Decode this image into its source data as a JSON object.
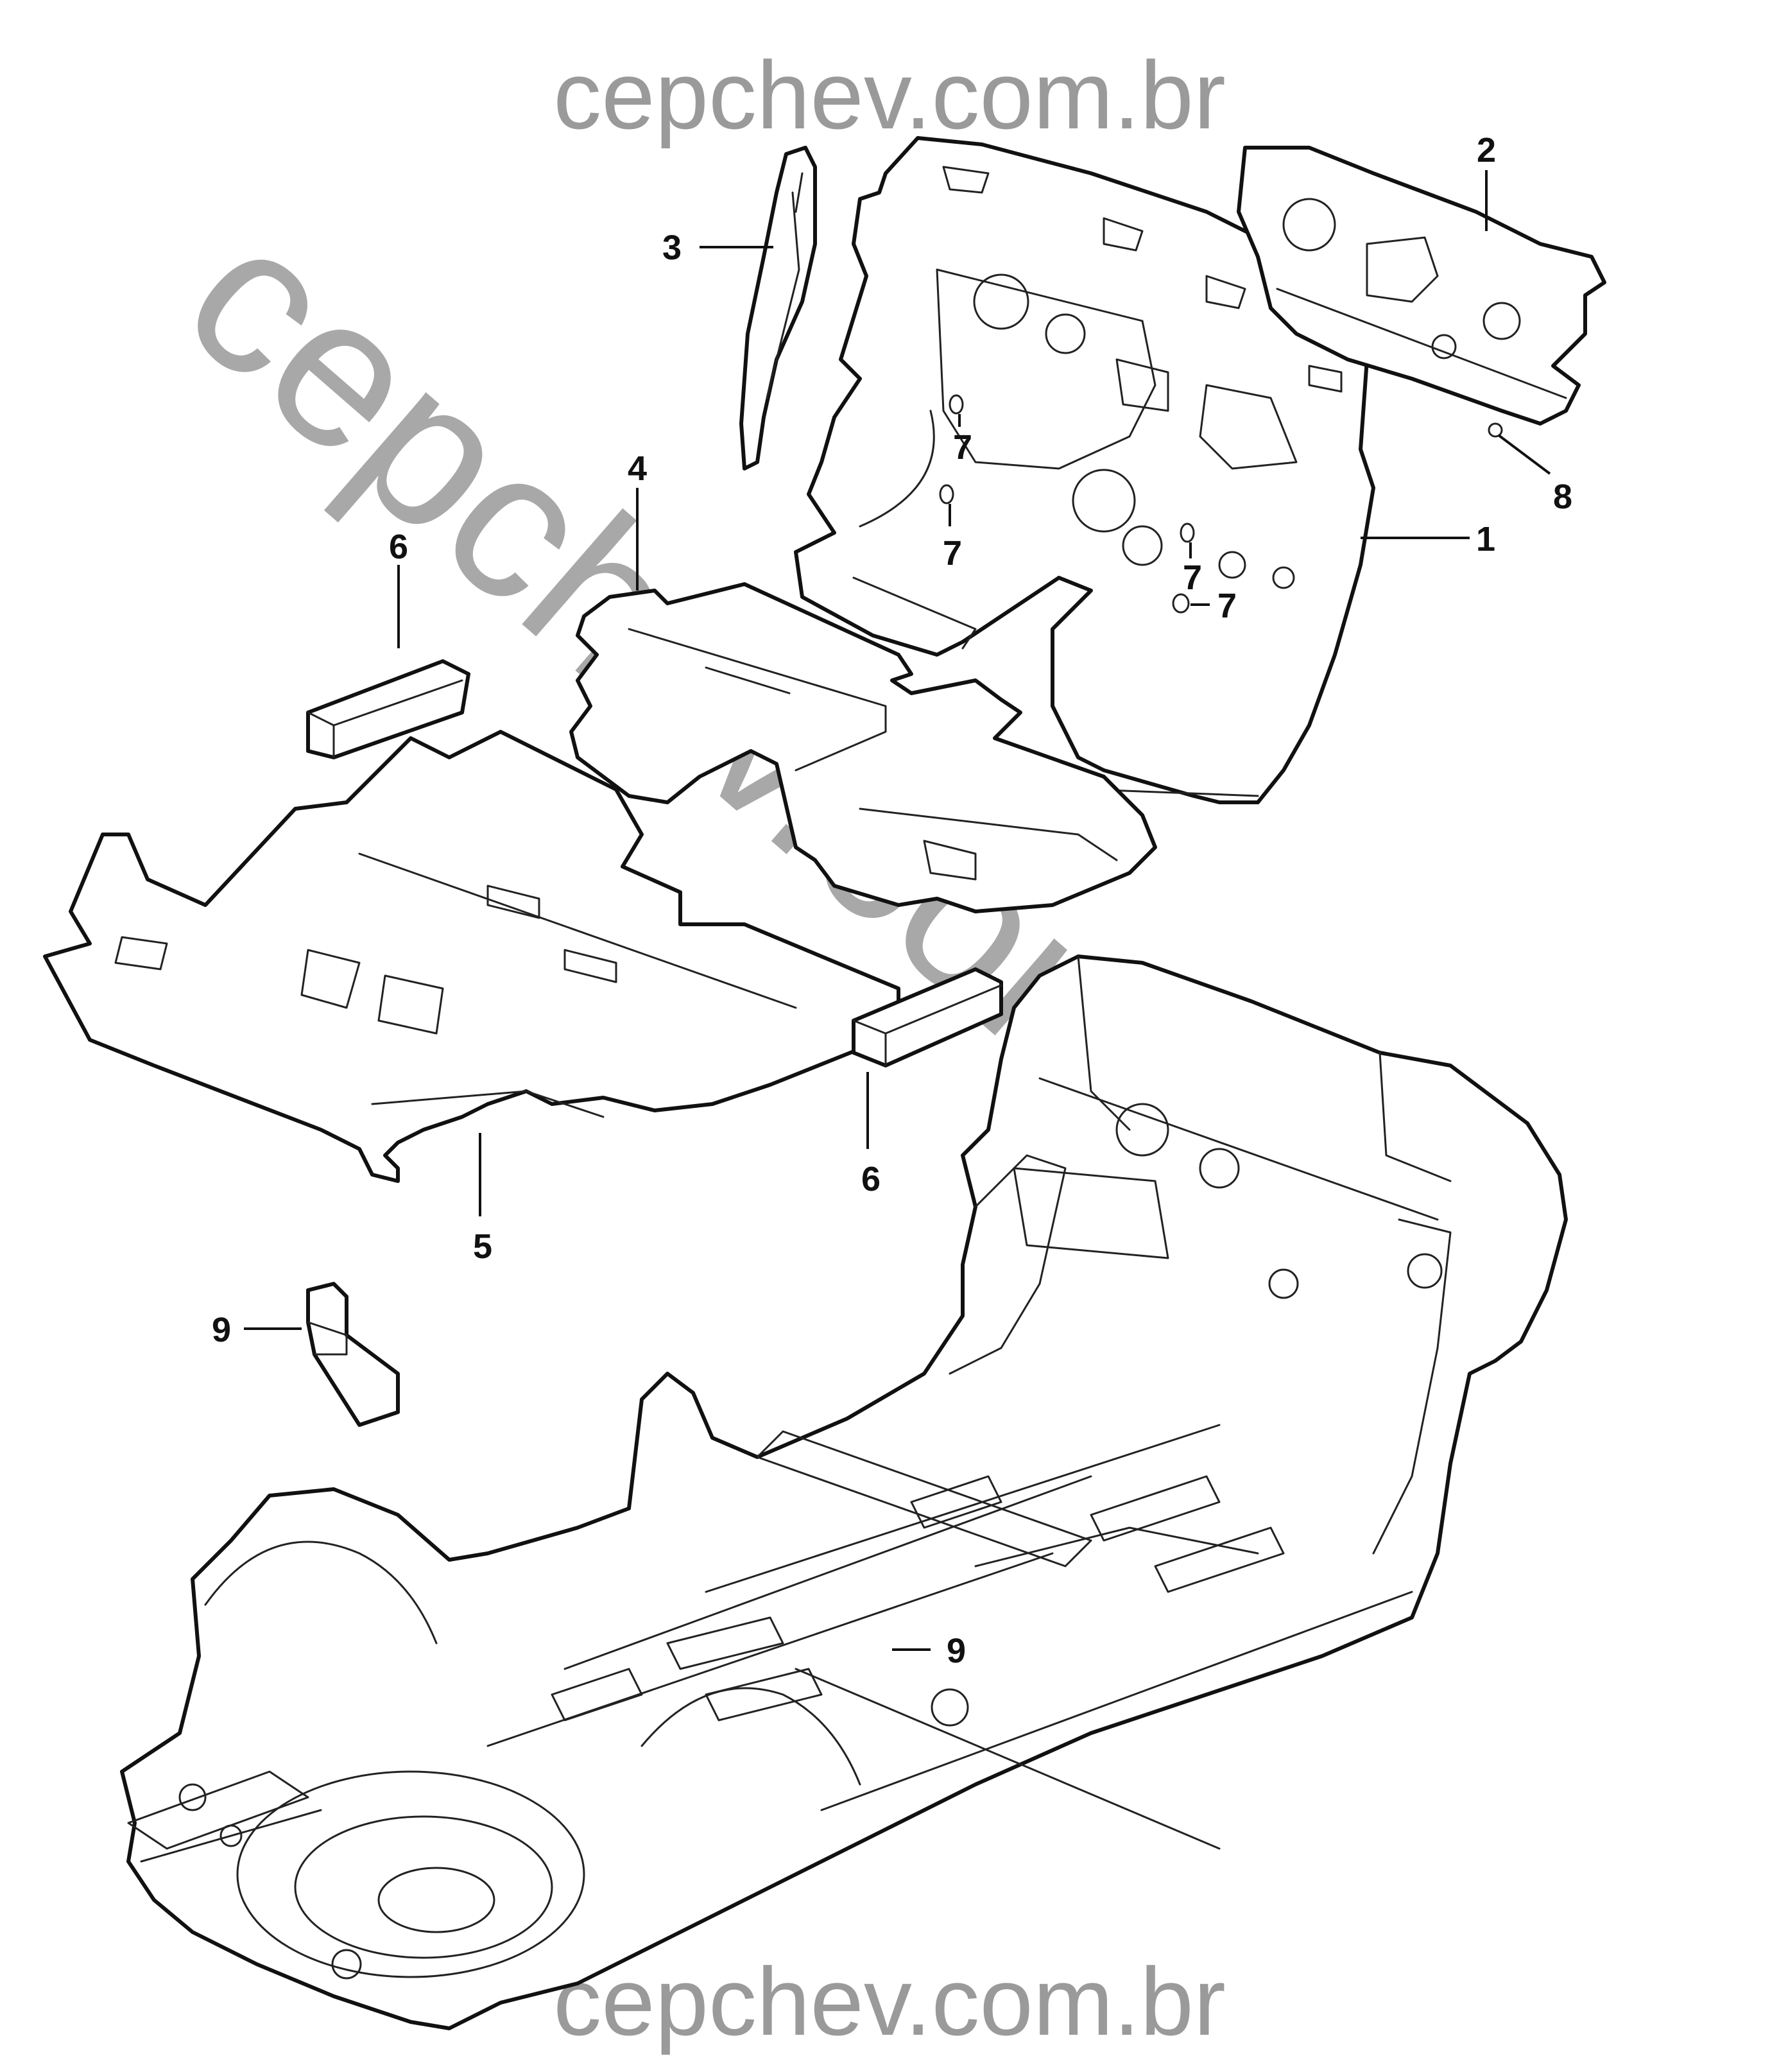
{
  "watermark": {
    "top": "cepchev.com.br",
    "bottom": "cepchev.com.br",
    "diagonal": "cepchev.com.br"
  },
  "callouts": [
    {
      "id": "1",
      "label": "1"
    },
    {
      "id": "2",
      "label": "2"
    },
    {
      "id": "3",
      "label": "3"
    },
    {
      "id": "4",
      "label": "4"
    },
    {
      "id": "5",
      "label": "5"
    },
    {
      "id": "6a",
      "label": "6"
    },
    {
      "id": "6b",
      "label": "6"
    },
    {
      "id": "7a",
      "label": "7"
    },
    {
      "id": "7b",
      "label": "7"
    },
    {
      "id": "7c",
      "label": "7"
    },
    {
      "id": "7d",
      "label": "7"
    },
    {
      "id": "8",
      "label": "8"
    },
    {
      "id": "9a",
      "label": "9"
    },
    {
      "id": "9b",
      "label": "9"
    }
  ]
}
